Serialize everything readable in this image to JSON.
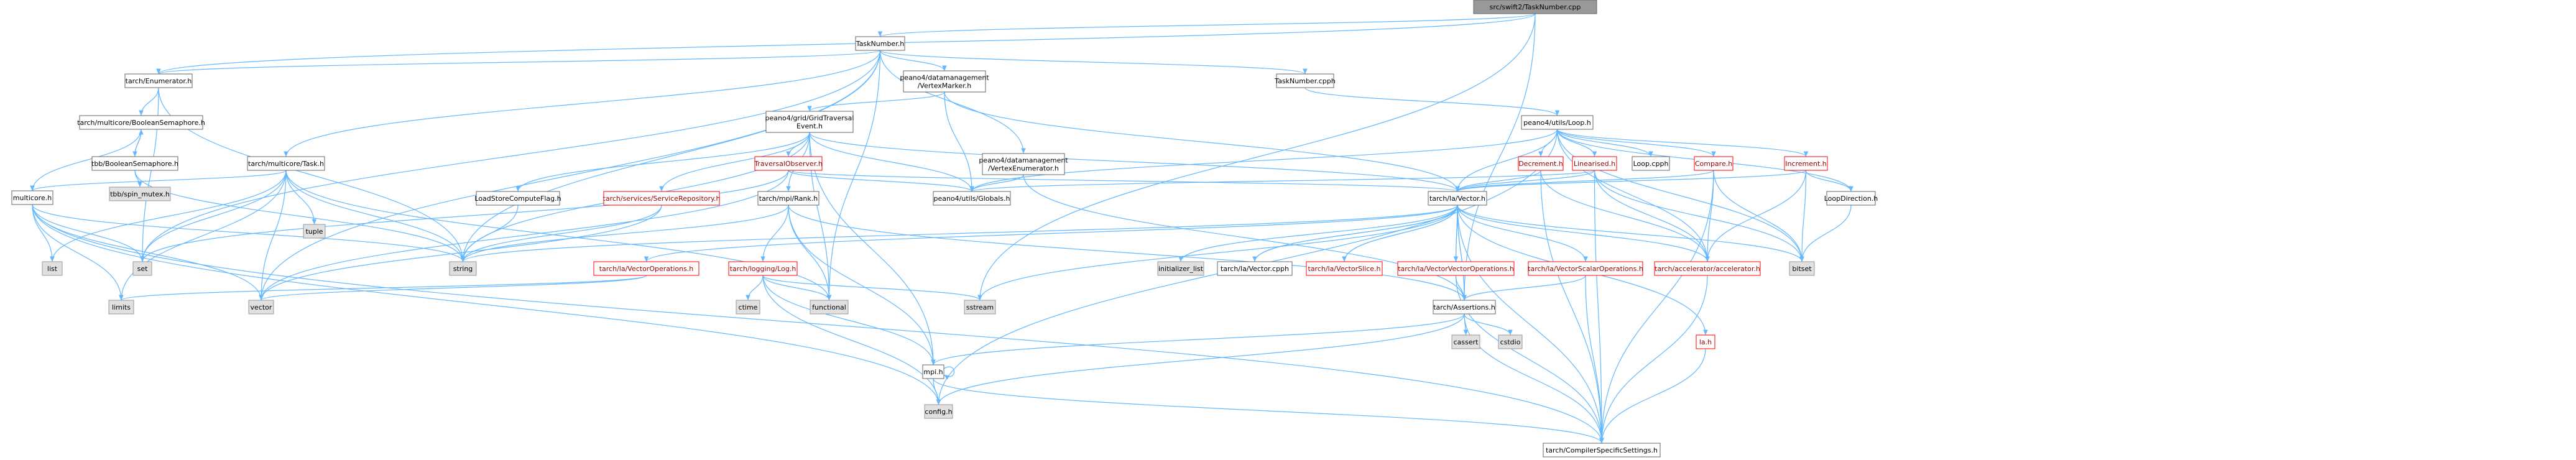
{
  "graph": {
    "title": "src/swift2/TaskNumber.cpp",
    "colors": {
      "edge": "#63b8ff",
      "root_fill": "#999999",
      "file_border": "#666666",
      "incomplete_border": "#ff0000",
      "system_fill": "#e0e0e0"
    },
    "nodes": [
      {
        "id": "root",
        "label": [
          "src/swift2/TaskNumber.cpp"
        ],
        "kind": "root"
      },
      {
        "id": "tasknumber_h",
        "label": [
          "TaskNumber.h"
        ],
        "kind": "file"
      },
      {
        "id": "enumerator",
        "label": [
          "tarch/Enumerator.h"
        ],
        "kind": "file"
      },
      {
        "id": "vertexmarker",
        "label": [
          "peano4/datamanagement",
          "/VertexMarker.h"
        ],
        "kind": "file"
      },
      {
        "id": "tasknumber_cpph",
        "label": [
          "TaskNumber.cpph"
        ],
        "kind": "file"
      },
      {
        "id": "boolsem_mc",
        "label": [
          "tarch/multicore/BooleanSemaphore.h"
        ],
        "kind": "file"
      },
      {
        "id": "gridtraversal",
        "label": [
          "peano4/grid/GridTraversal",
          "Event.h"
        ],
        "kind": "file"
      },
      {
        "id": "loop_h",
        "label": [
          "peano4/utils/Loop.h"
        ],
        "kind": "file"
      },
      {
        "id": "tbb_boolsem",
        "label": [
          "tbb/BooleanSemaphore.h"
        ],
        "kind": "file"
      },
      {
        "id": "mc_task",
        "label": [
          "tarch/multicore/Task.h"
        ],
        "kind": "file"
      },
      {
        "id": "traversalobs",
        "label": [
          "TraversalObserver.h"
        ],
        "kind": "red"
      },
      {
        "id": "vertexenum",
        "label": [
          "peano4/datamanagement",
          "/VertexEnumerator.h"
        ],
        "kind": "file"
      },
      {
        "id": "decrement",
        "label": [
          "Decrement.h"
        ],
        "kind": "red"
      },
      {
        "id": "linearised",
        "label": [
          "Linearised.h"
        ],
        "kind": "red"
      },
      {
        "id": "loop_cpph",
        "label": [
          "Loop.cpph"
        ],
        "kind": "file"
      },
      {
        "id": "compare",
        "label": [
          "Compare.h"
        ],
        "kind": "red"
      },
      {
        "id": "increment",
        "label": [
          "Increment.h"
        ],
        "kind": "red"
      },
      {
        "id": "tbb_spin",
        "label": [
          "tbb/spin_mutex.h"
        ],
        "kind": "sys"
      },
      {
        "id": "multicore",
        "label": [
          "multicore.h"
        ],
        "kind": "file"
      },
      {
        "id": "loadstore",
        "label": [
          "LoadStoreComputeFlag.h"
        ],
        "kind": "file"
      },
      {
        "id": "servicerepo",
        "label": [
          "tarch/services/ServiceRepository.h"
        ],
        "kind": "red"
      },
      {
        "id": "mpi_rank",
        "label": [
          "tarch/mpi/Rank.h"
        ],
        "kind": "file"
      },
      {
        "id": "globals",
        "label": [
          "peano4/utils/Globals.h"
        ],
        "kind": "file"
      },
      {
        "id": "la_vector",
        "label": [
          "tarch/la/Vector.h"
        ],
        "kind": "file"
      },
      {
        "id": "loopdirection",
        "label": [
          "LoopDirection.h"
        ],
        "kind": "file"
      },
      {
        "id": "tuple",
        "label": [
          "tuple"
        ],
        "kind": "sys"
      },
      {
        "id": "list",
        "label": [
          "list"
        ],
        "kind": "sys"
      },
      {
        "id": "set",
        "label": [
          "set"
        ],
        "kind": "sys"
      },
      {
        "id": "string",
        "label": [
          "string"
        ],
        "kind": "sys"
      },
      {
        "id": "log_h",
        "label": [
          "tarch/logging/Log.h"
        ],
        "kind": "red"
      },
      {
        "id": "initlist",
        "label": [
          "initializer_list"
        ],
        "kind": "sys"
      },
      {
        "id": "vector_cpph",
        "label": [
          "tarch/la/Vector.cpph"
        ],
        "kind": "file"
      },
      {
        "id": "vectorslice",
        "label": [
          "tarch/la/VectorSlice.h"
        ],
        "kind": "red"
      },
      {
        "id": "vvops",
        "label": [
          "tarch/la/VectorVectorOperations.h"
        ],
        "kind": "red"
      },
      {
        "id": "vsops",
        "label": [
          "tarch/la/VectorScalarOperations.h"
        ],
        "kind": "red"
      },
      {
        "id": "accelerator",
        "label": [
          "tarch/accelerator/accelerator.h"
        ],
        "kind": "red"
      },
      {
        "id": "bitset",
        "label": [
          "bitset"
        ],
        "kind": "sys"
      },
      {
        "id": "vecops",
        "label": [
          "tarch/la/VectorOperations.h"
        ],
        "kind": "red"
      },
      {
        "id": "limits",
        "label": [
          "limits"
        ],
        "kind": "sys"
      },
      {
        "id": "vector",
        "label": [
          "vector"
        ],
        "kind": "sys"
      },
      {
        "id": "ctime",
        "label": [
          "ctime"
        ],
        "kind": "sys"
      },
      {
        "id": "functional",
        "label": [
          "functional"
        ],
        "kind": "sys"
      },
      {
        "id": "sstream",
        "label": [
          "sstream"
        ],
        "kind": "sys"
      },
      {
        "id": "assertions",
        "label": [
          "tarch/Assertions.h"
        ],
        "kind": "file"
      },
      {
        "id": "la_h",
        "label": [
          "la.h"
        ],
        "kind": "red"
      },
      {
        "id": "mpi_h",
        "label": [
          "mpi.h"
        ],
        "kind": "file"
      },
      {
        "id": "cassert",
        "label": [
          "cassert"
        ],
        "kind": "sys"
      },
      {
        "id": "cstdio",
        "label": [
          "cstdio"
        ],
        "kind": "sys"
      },
      {
        "id": "config",
        "label": [
          "config.h"
        ],
        "kind": "sys"
      },
      {
        "id": "compilerspec",
        "label": [
          "tarch/CompilerSpecificSettings.h"
        ],
        "kind": "file"
      }
    ],
    "edges": [
      [
        "root",
        "tasknumber_h"
      ],
      [
        "root",
        "enumerator"
      ],
      [
        "root",
        "assertions"
      ],
      [
        "root",
        "sstream"
      ],
      [
        "tasknumber_h",
        "enumerator"
      ],
      [
        "tasknumber_h",
        "vertexmarker"
      ],
      [
        "tasknumber_h",
        "tasknumber_cpph"
      ],
      [
        "tasknumber_h",
        "mc_task"
      ],
      [
        "tasknumber_h",
        "vertexenum"
      ],
      [
        "tasknumber_h",
        "string"
      ],
      [
        "tasknumber_h",
        "vector"
      ],
      [
        "tasknumber_h",
        "functional"
      ],
      [
        "tasknumber_h",
        "set"
      ],
      [
        "enumerator",
        "boolsem_mc"
      ],
      [
        "enumerator",
        "string"
      ],
      [
        "enumerator",
        "set"
      ],
      [
        "boolsem_mc",
        "tbb_boolsem"
      ],
      [
        "boolsem_mc",
        "multicore"
      ],
      [
        "tbb_boolsem",
        "boolsem_mc"
      ],
      [
        "tbb_boolsem",
        "tbb_spin"
      ],
      [
        "tbb_boolsem",
        "string"
      ],
      [
        "vertexmarker",
        "gridtraversal"
      ],
      [
        "vertexmarker",
        "globals"
      ],
      [
        "vertexmarker",
        "la_vector"
      ],
      [
        "gridtraversal",
        "loadstore"
      ],
      [
        "gridtraversal",
        "traversalobs"
      ],
      [
        "gridtraversal",
        "servicerepo"
      ],
      [
        "gridtraversal",
        "mpi_rank"
      ],
      [
        "gridtraversal",
        "globals"
      ],
      [
        "gridtraversal",
        "la_vector"
      ],
      [
        "gridtraversal",
        "string"
      ],
      [
        "gridtraversal",
        "functional"
      ],
      [
        "gridtraversal",
        "mpi_h"
      ],
      [
        "tasknumber_cpph",
        "loop_h"
      ],
      [
        "loop_h",
        "globals"
      ],
      [
        "loop_h",
        "la_vector"
      ],
      [
        "loop_h",
        "decrement"
      ],
      [
        "loop_h",
        "linearised"
      ],
      [
        "loop_h",
        "loop_cpph"
      ],
      [
        "loop_h",
        "compare"
      ],
      [
        "loop_h",
        "increment"
      ],
      [
        "loop_h",
        "loopdirection"
      ],
      [
        "loop_h",
        "bitset"
      ],
      [
        "loop_h",
        "accelerator"
      ],
      [
        "loop_h",
        "config"
      ],
      [
        "mc_task",
        "multicore"
      ],
      [
        "mc_task",
        "tuple"
      ],
      [
        "mc_task",
        "list"
      ],
      [
        "mc_task",
        "set"
      ],
      [
        "mc_task",
        "string"
      ],
      [
        "mc_task",
        "vector"
      ],
      [
        "mc_task",
        "limits"
      ],
      [
        "mc_task",
        "functional"
      ],
      [
        "multicore",
        "list"
      ],
      [
        "multicore",
        "set"
      ],
      [
        "multicore",
        "string"
      ],
      [
        "multicore",
        "vector"
      ],
      [
        "multicore",
        "limits"
      ],
      [
        "multicore",
        "config"
      ],
      [
        "multicore",
        "compilerspec"
      ],
      [
        "traversalobs",
        "la_vector"
      ],
      [
        "traversalobs",
        "globals"
      ],
      [
        "traversalobs",
        "set"
      ],
      [
        "traversalobs",
        "vector"
      ],
      [
        "vertexenum",
        "globals"
      ],
      [
        "vertexenum",
        "assertions"
      ],
      [
        "decrement",
        "la_vector"
      ],
      [
        "decrement",
        "accelerator"
      ],
      [
        "decrement",
        "compilerspec"
      ],
      [
        "linearised",
        "globals"
      ],
      [
        "linearised",
        "la_vector"
      ],
      [
        "linearised",
        "accelerator"
      ],
      [
        "linearised",
        "bitset"
      ],
      [
        "linearised",
        "compilerspec"
      ],
      [
        "compare",
        "la_vector"
      ],
      [
        "compare",
        "accelerator"
      ],
      [
        "compare",
        "bitset"
      ],
      [
        "compare",
        "compilerspec"
      ],
      [
        "increment",
        "la_vector"
      ],
      [
        "increment",
        "accelerator"
      ],
      [
        "increment",
        "loopdirection"
      ],
      [
        "increment",
        "bitset"
      ],
      [
        "loopdirection",
        "bitset"
      ],
      [
        "loadstore",
        "string"
      ],
      [
        "servicerepo",
        "string"
      ],
      [
        "servicerepo",
        "vector"
      ],
      [
        "mpi_rank",
        "log_h"
      ],
      [
        "mpi_rank",
        "assertions"
      ],
      [
        "mpi_rank",
        "functional"
      ],
      [
        "mpi_rank",
        "mpi_h"
      ],
      [
        "mpi_rank",
        "string"
      ],
      [
        "log_h",
        "ctime"
      ],
      [
        "log_h",
        "functional"
      ],
      [
        "log_h",
        "sstream"
      ],
      [
        "log_h",
        "mpi_h"
      ],
      [
        "log_h",
        "config"
      ],
      [
        "la_vector",
        "string"
      ],
      [
        "la_vector",
        "initlist"
      ],
      [
        "la_vector",
        "vector_cpph"
      ],
      [
        "la_vector",
        "vectorslice"
      ],
      [
        "la_vector",
        "vvops"
      ],
      [
        "la_vector",
        "vsops"
      ],
      [
        "la_vector",
        "accelerator"
      ],
      [
        "la_vector",
        "vecops"
      ],
      [
        "la_vector",
        "la_h"
      ],
      [
        "la_vector",
        "assertions"
      ],
      [
        "la_vector",
        "compilerspec"
      ],
      [
        "la_vector",
        "bitset"
      ],
      [
        "la_vector",
        "sstream"
      ],
      [
        "vector_cpph",
        "la_vector"
      ],
      [
        "vectorslice",
        "la_vector"
      ],
      [
        "vvops",
        "la_vector"
      ],
      [
        "vvops",
        "assertions"
      ],
      [
        "vvops",
        "compilerspec"
      ],
      [
        "vsops",
        "assertions"
      ],
      [
        "vsops",
        "compilerspec"
      ],
      [
        "vecops",
        "limits"
      ],
      [
        "vecops",
        "vector"
      ],
      [
        "accelerator",
        "compilerspec"
      ],
      [
        "assertions",
        "la_vector"
      ],
      [
        "assertions",
        "cassert"
      ],
      [
        "assertions",
        "cstdio"
      ],
      [
        "assertions",
        "mpi_h"
      ],
      [
        "assertions",
        "config"
      ],
      [
        "assertions",
        "compilerspec"
      ],
      [
        "la_h",
        "compilerspec"
      ],
      [
        "mpi_h",
        "mpi_h"
      ],
      [
        "mpi_h",
        "config"
      ],
      [
        "mpi_h",
        "compilerspec"
      ]
    ]
  }
}
